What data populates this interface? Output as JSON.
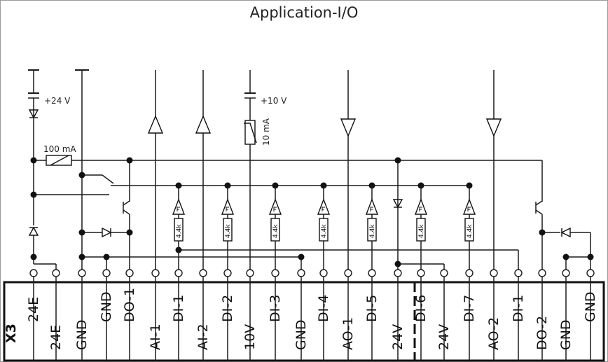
{
  "title": "Application-I/O",
  "connector": "X3",
  "labels": {
    "supply_24": "+24 V",
    "supply_10": "+10 V",
    "fuse": "100 mA",
    "ptc_current": "10 mA",
    "resistor": "4.4k"
  },
  "terminals_upper": [
    "24E",
    "GND",
    "DO-1",
    "DI-1",
    "DI-2",
    "DI-3",
    "DI-4",
    "DI-5",
    "DI-6",
    "DI-7",
    "DI-1",
    "GND"
  ],
  "terminals_lower": [
    "24E",
    "GND",
    "AI-1",
    "AI-2",
    "10V",
    "GND",
    "AO-1",
    "24V",
    "24V",
    "AO-2",
    "DO-2",
    "GND"
  ]
}
